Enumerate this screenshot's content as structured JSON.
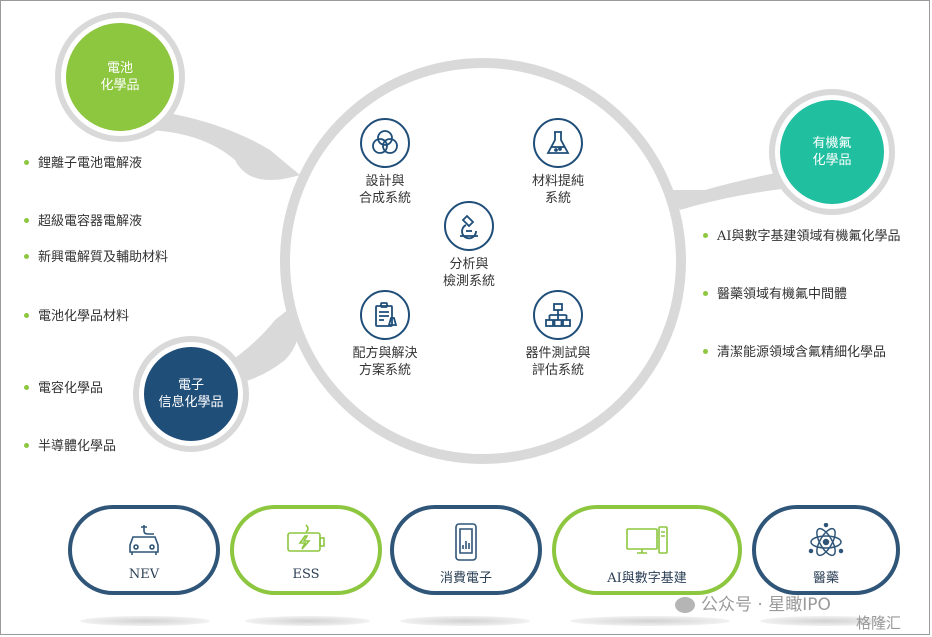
{
  "categories": {
    "battery": {
      "label": "電池\n化學品",
      "color": "#8dc63f"
    },
    "fluorine": {
      "label": "有機氟\n化學品",
      "color": "#1fbf9f"
    },
    "electronic": {
      "label": "電子\n信息化學品",
      "color": "#1f4e79"
    }
  },
  "left_items": {
    "battery": [
      "鋰離子電池電解液",
      "超級電容器電解液",
      "新興電解質及輔助材料",
      "電池化學品材料"
    ],
    "electronic": [
      "電容化學品",
      "半導體化學品"
    ]
  },
  "right_items": [
    "AI與數字基建領域有機氟化學品",
    "醫藥領域有機氟中間體",
    "清潔能源領域含氟精細化學品"
  ],
  "systems": [
    {
      "label": "設計與\n合成系統",
      "icon": "venn-circles-icon"
    },
    {
      "label": "材料提純\n系統",
      "icon": "flask-icon"
    },
    {
      "label": "分析與\n檢測系統",
      "icon": "microscope-icon"
    },
    {
      "label": "配方與解決\n方案系統",
      "icon": "clipboard-icon"
    },
    {
      "label": "器件測試與\n評估系統",
      "icon": "hierarchy-icon"
    }
  ],
  "applications": [
    {
      "label": "NEV",
      "icon": "electric-car-icon",
      "style": "navy"
    },
    {
      "label": "ESS",
      "icon": "battery-bolt-icon",
      "style": "green"
    },
    {
      "label": "消費電子",
      "icon": "smartphone-icon",
      "style": "navy"
    },
    {
      "label": "AI與數字基建",
      "icon": "monitor-icon",
      "style": "green"
    },
    {
      "label": "醫藥",
      "icon": "atom-icon",
      "style": "navy"
    }
  ],
  "watermark": {
    "left": "公众号 · 星瞰IPO",
    "right": "格隆汇"
  },
  "colors": {
    "navy": "#1f4e79",
    "green": "#8dc63f",
    "teal": "#1fbf9f",
    "gray": "#d9d9d9"
  }
}
